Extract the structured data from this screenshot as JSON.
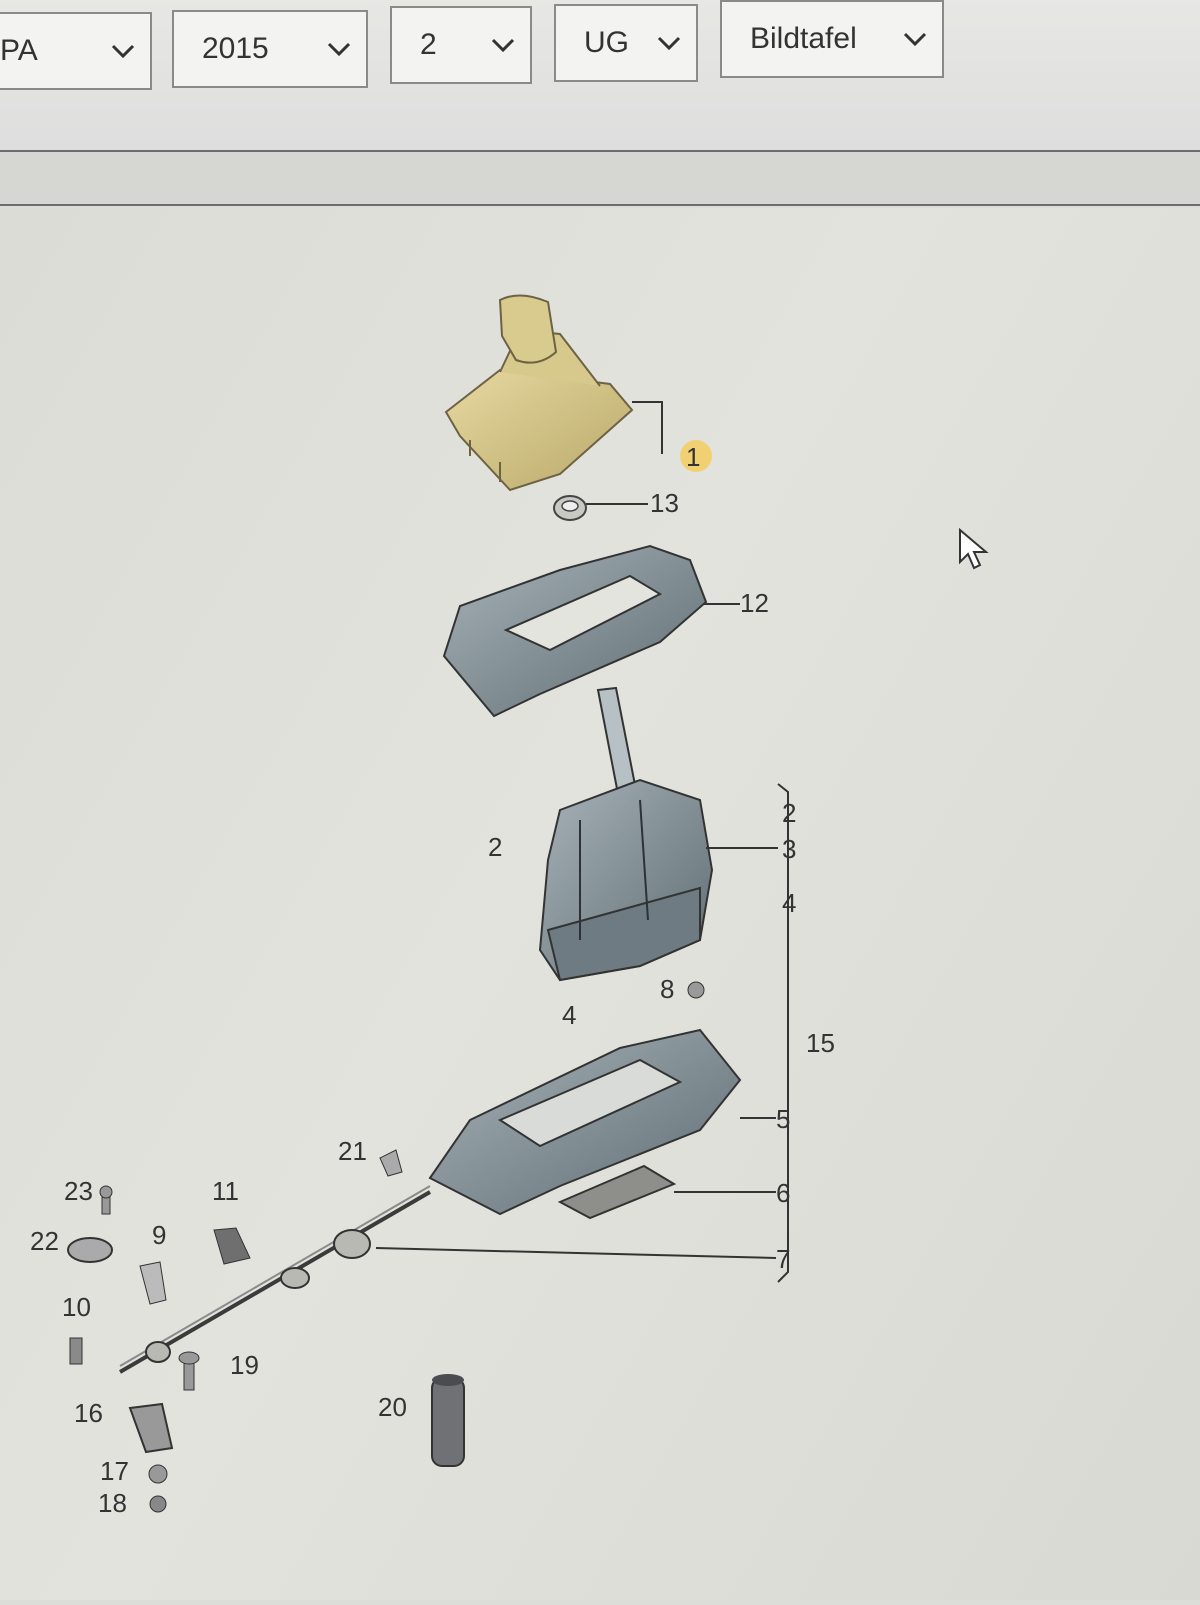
{
  "toolbar": {
    "filters": [
      {
        "value": "PA"
      },
      {
        "value": "2015"
      },
      {
        "value": "2"
      },
      {
        "value": "UG"
      },
      {
        "value": "Bildtafel"
      }
    ]
  },
  "diagram": {
    "callouts": [
      "1",
      "13",
      "12",
      "2",
      "3",
      "4",
      "2",
      "4",
      "15",
      "8",
      "5",
      "6",
      "7",
      "21",
      "23",
      "11",
      "22",
      "9",
      "10",
      "19",
      "16",
      "20",
      "17",
      "18"
    ]
  },
  "colors": {
    "part_highlight": "#d8c98a",
    "part_gray": "#7d8a91",
    "callout_badge": "#f0d070"
  }
}
